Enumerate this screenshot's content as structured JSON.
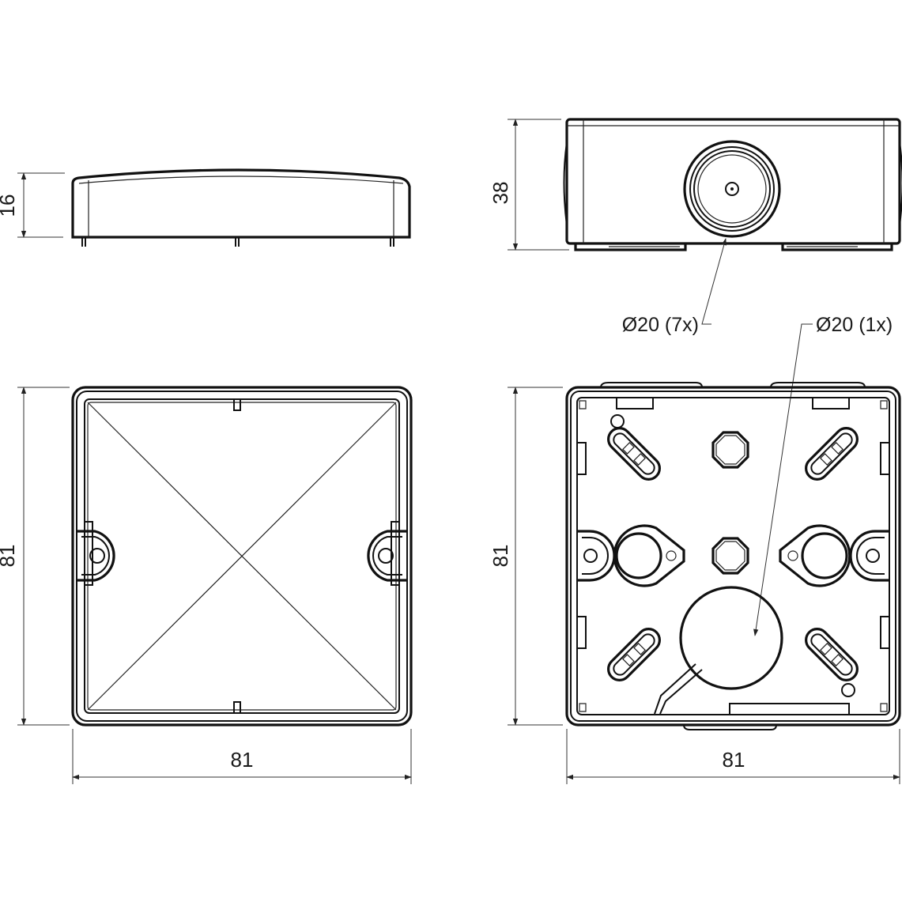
{
  "dimensions": {
    "lid_height": "16",
    "box_height": "38",
    "lid_width": "81",
    "lid_depth": "81",
    "box_width": "81",
    "box_depth": "81"
  },
  "callouts": {
    "side_entries": "Ø20 (7x)",
    "bottom_entry": "Ø20 (1x)"
  }
}
